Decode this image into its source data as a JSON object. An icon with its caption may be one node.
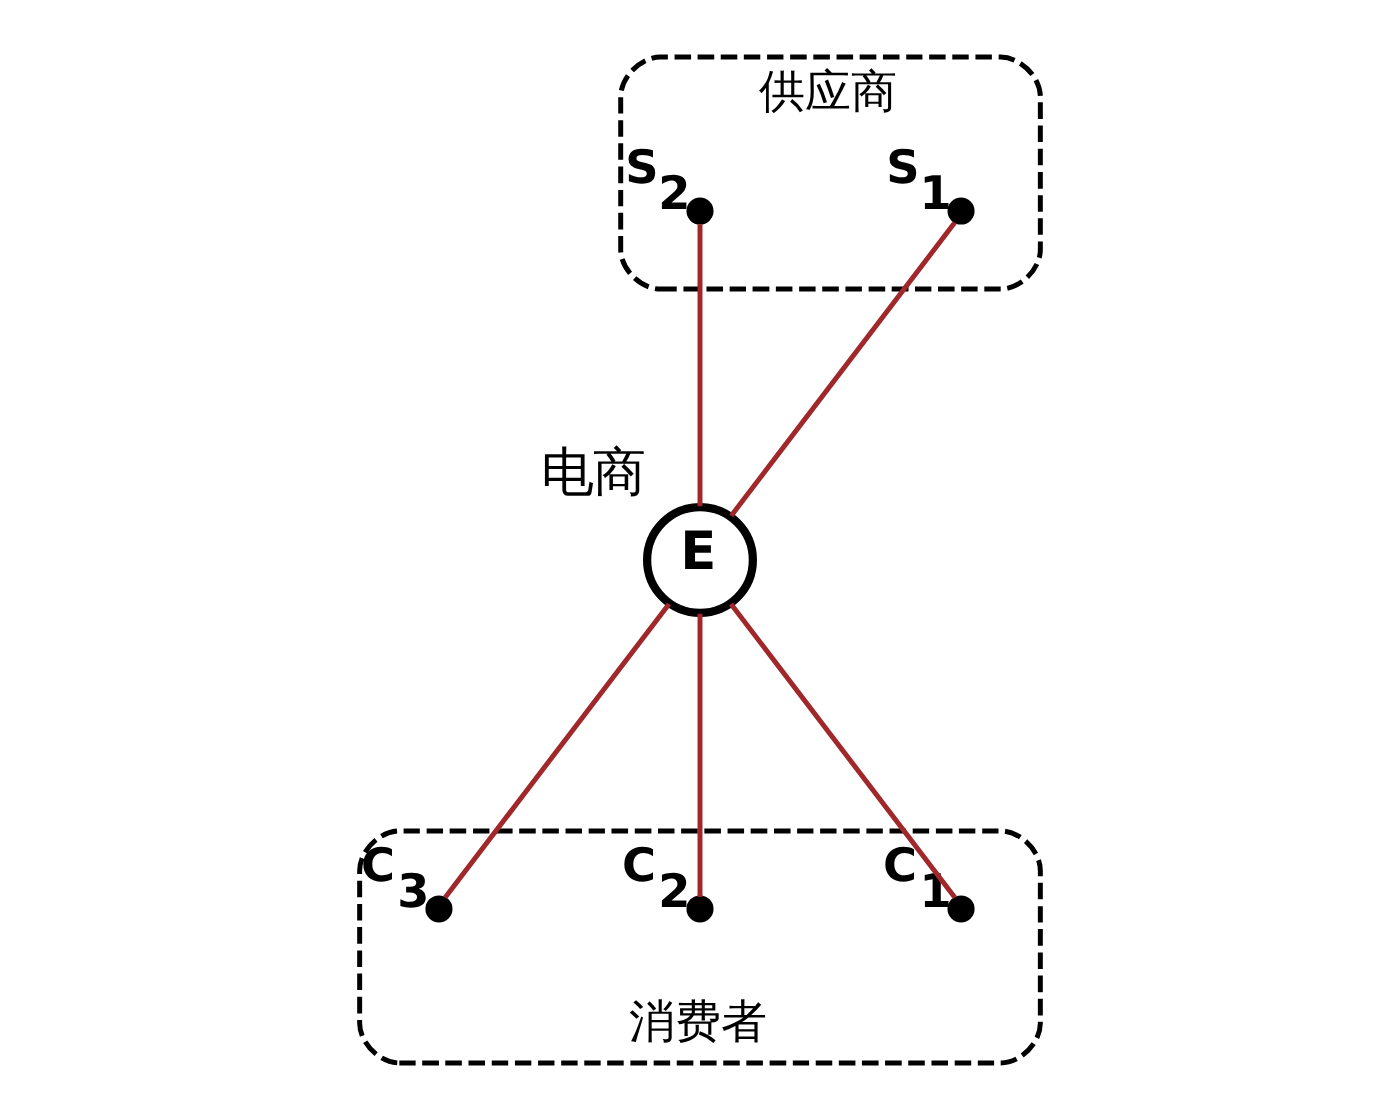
{
  "diagram": {
    "nodes": [
      {
        "text": [
          "供应商"
        ]
      },
      {
        "text": [],
        "shape": "circle",
        "in": 0,
        "beside": [
          "S$_{1}$"
        ]
      },
      {
        "text": [],
        "shape": "circle",
        "in": 0,
        "beside": [
          "S$_{2}$"
        ]
      },
      {
        "text": [
          "E"
        ],
        "beside": [
          "电商"
        ]
      },
      {
        "text": [
          "消费者"
        ]
      },
      {
        "text": [],
        "shape": "circle",
        "in": 4,
        "beside": [
          "C$_{1}$"
        ]
      },
      {
        "text": [],
        "shape": "circle",
        "in": 4,
        "beside": [
          "C$_{2}$"
        ]
      },
      {
        "text": [],
        "shape": "circle",
        "in": 4,
        "beside": [
          "C$_{3}$"
        ]
      }
    ],
    "edges": [
      {
        "from": 1,
        "to": 3,
        "arrow": "none"
      },
      {
        "from": 2,
        "to": 3,
        "arrow": "none"
      },
      {
        "from": 3,
        "to": 5,
        "arrow": "none"
      },
      {
        "from": 3,
        "to": 6,
        "arrow": "none"
      },
      {
        "from": 3,
        "to": 7,
        "arrow": "none"
      }
    ]
  }
}
